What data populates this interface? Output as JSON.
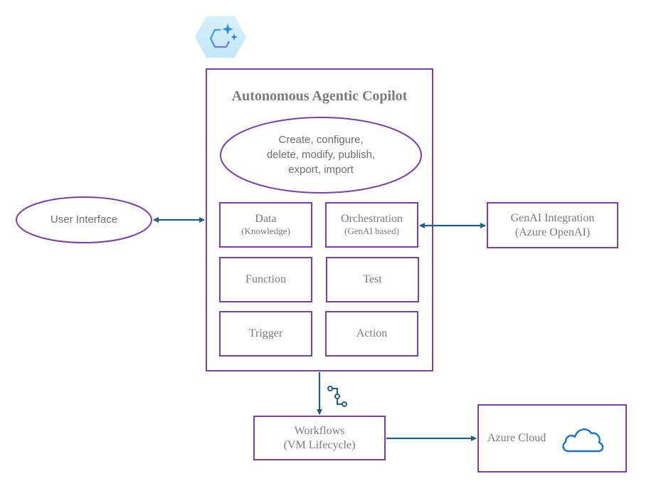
{
  "diagram": {
    "title": "Autonomous Agentic Copilot",
    "logo_icon": "copilot-hexagon-sparkle-icon",
    "operations": [
      "Create, configure,",
      "delete, modify, publish,",
      "export, import"
    ],
    "components": [
      {
        "label": "Data",
        "sub": "(Knowledge)"
      },
      {
        "label": "Orchestration",
        "sub": "(GenAI based)"
      },
      {
        "label": "Function",
        "sub": ""
      },
      {
        "label": "Test",
        "sub": ""
      },
      {
        "label": "Trigger",
        "sub": ""
      },
      {
        "label": "Action",
        "sub": ""
      }
    ],
    "user_interface": "User Interface",
    "genai": {
      "line1": "GenAI Integration",
      "line2": "(Azure OpenAI)"
    },
    "workflows": {
      "line1": "Workflows",
      "line2": "(VM Lifecycle)",
      "icon": "workflow-nodes-icon"
    },
    "azure": {
      "label": "Azure Cloud",
      "icon": "cloud-icon"
    },
    "colors": {
      "border": "#7b3fa8",
      "arrow": "#1f5f86",
      "icon_blue": "#1a73c8"
    }
  }
}
